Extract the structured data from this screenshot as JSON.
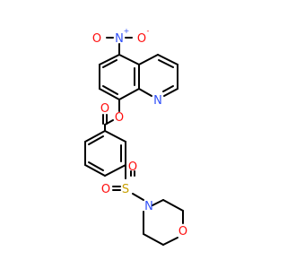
{
  "colors": {
    "bond": "#000000",
    "oxygen": "#FF0D0D",
    "nitrogen": "#3050F8",
    "sulfur": "#C8A000",
    "background": "#FFFFFF"
  },
  "labels": {
    "nitro_oxygen_left": "O",
    "nitro_oxygen_right": "O",
    "nitro_nitrogen": "N",
    "nitro_plus": "+",
    "nitro_minus": "-",
    "quinoline_nitrogen": "N",
    "ester_carbonyl_oxygen": "O",
    "ester_oxygen": "O",
    "sulfonyl_oxygen_left": "O",
    "sulfonyl_oxygen_right": "O",
    "sulfonyl_sulfur": "S",
    "morpholine_nitrogen": "N",
    "morpholine_oxygen": "O"
  }
}
